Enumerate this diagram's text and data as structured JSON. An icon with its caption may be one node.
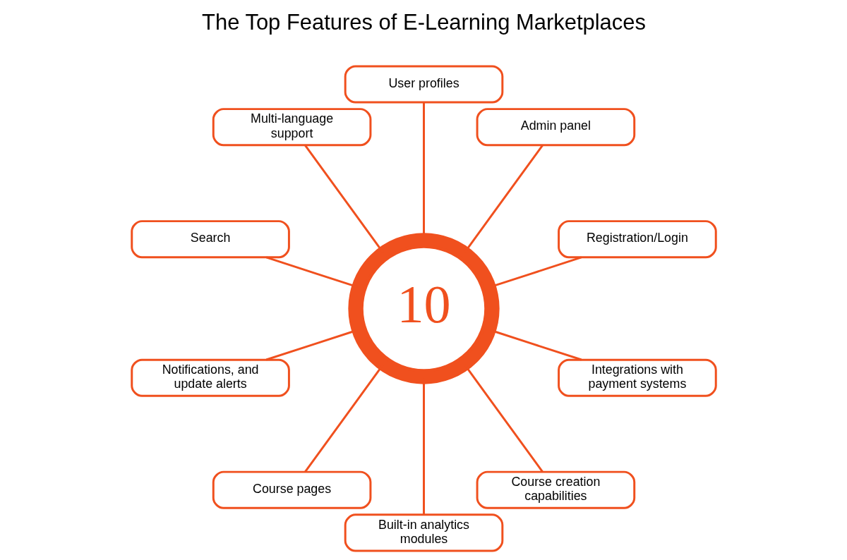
{
  "diagram": {
    "title": "The Top Features of E-Learning Marketplaces",
    "nodes": [
      {
        "text": [
          "10"
        ]
      },
      {
        "text": [
          "Registration/Login"
        ]
      },
      {
        "text": [
          "Admin panel"
        ]
      },
      {
        "text": [
          "User profiles"
        ]
      },
      {
        "text": [
          "Multi-language support"
        ]
      },
      {
        "text": [
          "Search"
        ]
      },
      {
        "text": [
          "Notifications, and update alerts"
        ]
      },
      {
        "text": [
          "Course pages"
        ]
      },
      {
        "text": [
          "Built-in analytics modules"
        ]
      },
      {
        "text": [
          "Course creation capabilities"
        ]
      },
      {
        "text": [
          "Integrations with payment systems"
        ]
      }
    ],
    "edges": [
      {
        "from": 0,
        "to": 1,
        "arrow": "none"
      },
      {
        "from": 0,
        "to": 2,
        "arrow": "none"
      },
      {
        "from": 0,
        "to": 4,
        "arrow": "none"
      },
      {
        "from": 0,
        "to": 6,
        "arrow": "none"
      },
      {
        "from": 0,
        "to": 8,
        "arrow": "none"
      },
      {
        "from": 0,
        "to": 10,
        "arrow": "none"
      },
      {
        "from": 0,
        "to": 9,
        "arrow": "none"
      },
      {
        "from": 0,
        "to": 7,
        "arrow": "none"
      },
      {
        "from": 0,
        "to": 5,
        "arrow": "none"
      },
      {
        "from": 0,
        "to": 3,
        "arrow": "none"
      }
    ]
  }
}
